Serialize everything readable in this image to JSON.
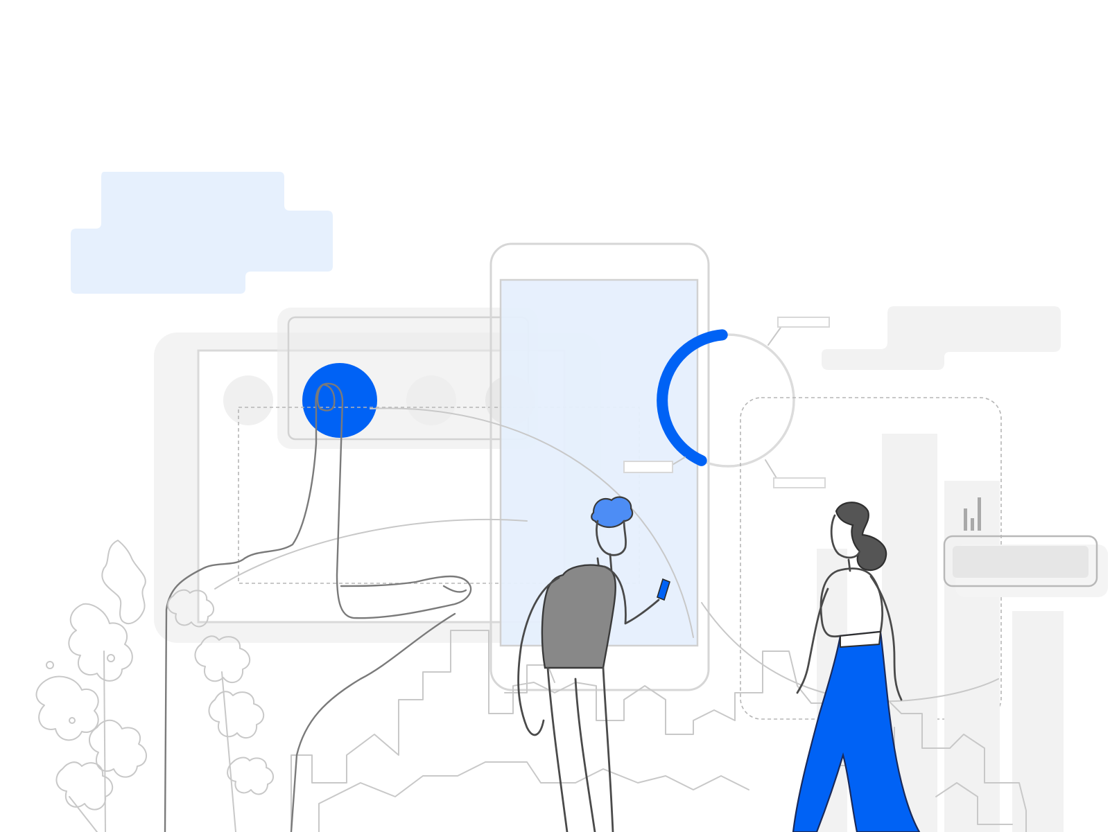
{
  "colors": {
    "accent": "#0062f5",
    "accent_light": "#e6f0fd",
    "panel_gray": "#f2f2f2",
    "line_gray": "#d4d4d4",
    "ink": "#4a4a4a"
  },
  "illustration": {
    "progress_ring": {
      "value": 0.42
    },
    "dots": {
      "count": 4,
      "active_index": 1
    }
  }
}
